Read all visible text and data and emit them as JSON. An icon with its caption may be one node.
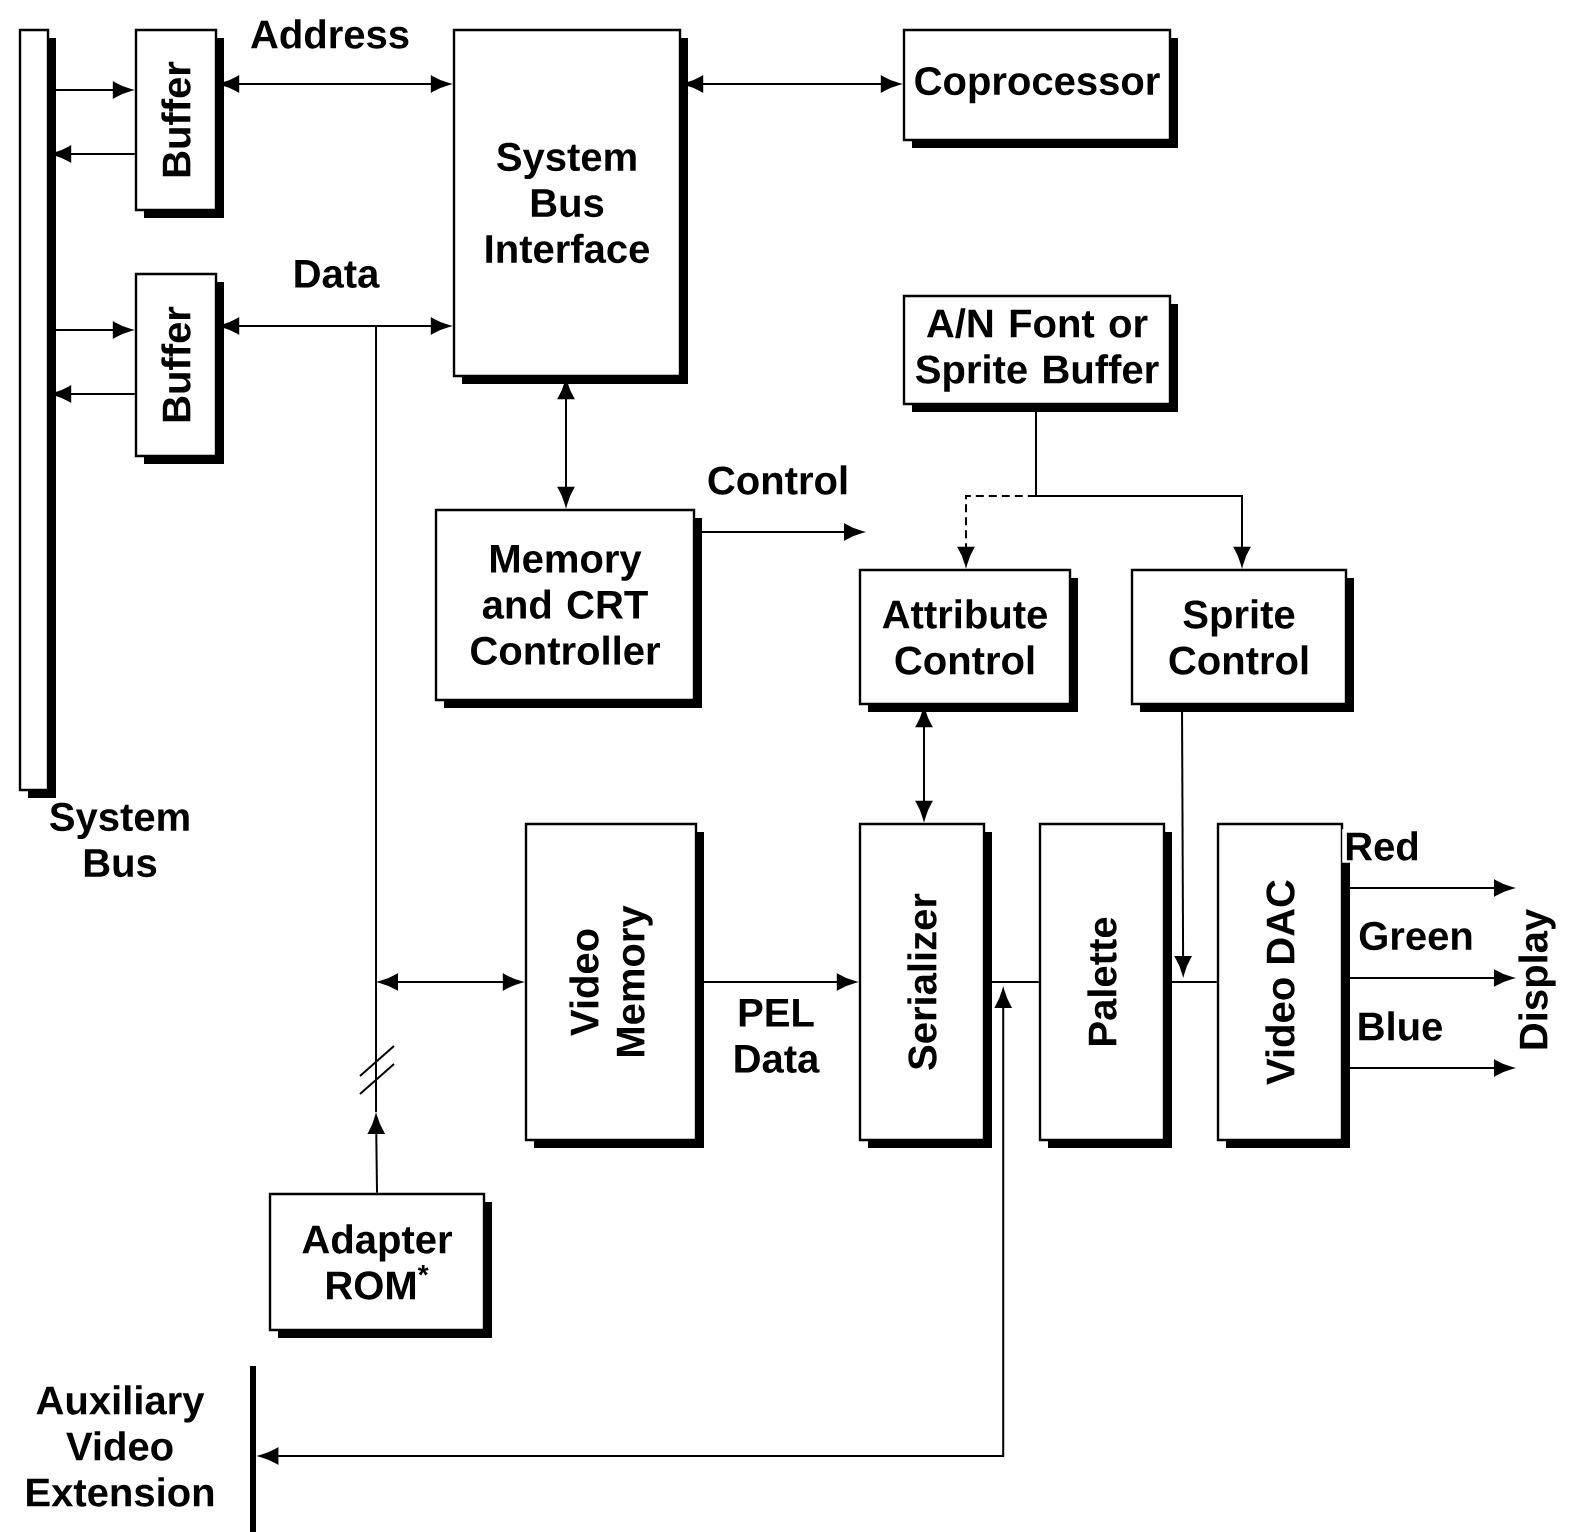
{
  "diagram": {
    "nodes": [
      {
        "text": [
          "System Bus"
        ]
      },
      {
        "text": [
          "Buffer"
        ]
      },
      {
        "text": [
          "Buffer"
        ]
      },
      {
        "text": [
          "System Bus Interface"
        ]
      },
      {
        "text": [
          "Coprocessor"
        ]
      },
      {
        "text": [
          "A/N Font or Sprite Buffer"
        ]
      },
      {
        "text": [
          "Memory and CRT Controller"
        ]
      },
      {
        "text": [
          "Attribute Control"
        ]
      },
      {
        "text": [
          "Sprite Control"
        ]
      },
      {
        "text": [
          "Video Memory"
        ]
      },
      {
        "text": [
          "Serializer"
        ]
      },
      {
        "text": [
          "Palette"
        ]
      },
      {
        "text": [
          "Video DAC"
        ]
      },
      {
        "text": [
          "Adapter ROM$^{*}$"
        ]
      },
      {
        "text": [
          "Auxiliary Video Extension"
        ]
      },
      {
        "text": [
          "Display"
        ]
      }
    ],
    "edges": [
      {
        "from": 0,
        "to": 1,
        "arrow": "to"
      },
      {
        "from": 1,
        "to": 0,
        "arrow": "to"
      },
      {
        "from": 0,
        "to": 2,
        "arrow": "to"
      },
      {
        "from": 2,
        "to": 0,
        "arrow": "to"
      },
      {
        "from": 1,
        "to": 3,
        "arrow": "both",
        "label": "Address"
      },
      {
        "from": 2,
        "to": 3,
        "arrow": "both",
        "label": "Data"
      },
      {
        "from": 3,
        "to": 4,
        "arrow": "both"
      },
      {
        "from": 3,
        "to": 6,
        "arrow": "both"
      },
      {
        "from": 6,
        "to": null,
        "arrow": "to",
        "label": "Control"
      },
      {
        "from": 5,
        "to": 7,
        "arrow": "to",
        "style": "dashed"
      },
      {
        "from": 5,
        "to": 8,
        "arrow": "to"
      },
      {
        "from": 7,
        "to": 10,
        "arrow": "both"
      },
      {
        "from": null,
        "to": 9,
        "arrow": "both"
      },
      {
        "from": 13,
        "to": null,
        "arrow": "to"
      },
      {
        "from": 9,
        "to": 10,
        "arrow": "to",
        "label": "PEL Data"
      },
      {
        "from": 10,
        "to": 11,
        "arrow": "none"
      },
      {
        "from": 10,
        "to": 14,
        "arrow": "both"
      },
      {
        "from": 11,
        "to": 12,
        "arrow": "none"
      },
      {
        "from": 8,
        "to": 11,
        "arrow": "to"
      },
      {
        "from": 12,
        "to": 15,
        "arrow": "to",
        "label": "Red"
      },
      {
        "from": 12,
        "to": 15,
        "arrow": "to",
        "label": "Green"
      },
      {
        "from": 12,
        "to": 15,
        "arrow": "to",
        "label": "Blue"
      }
    ]
  }
}
